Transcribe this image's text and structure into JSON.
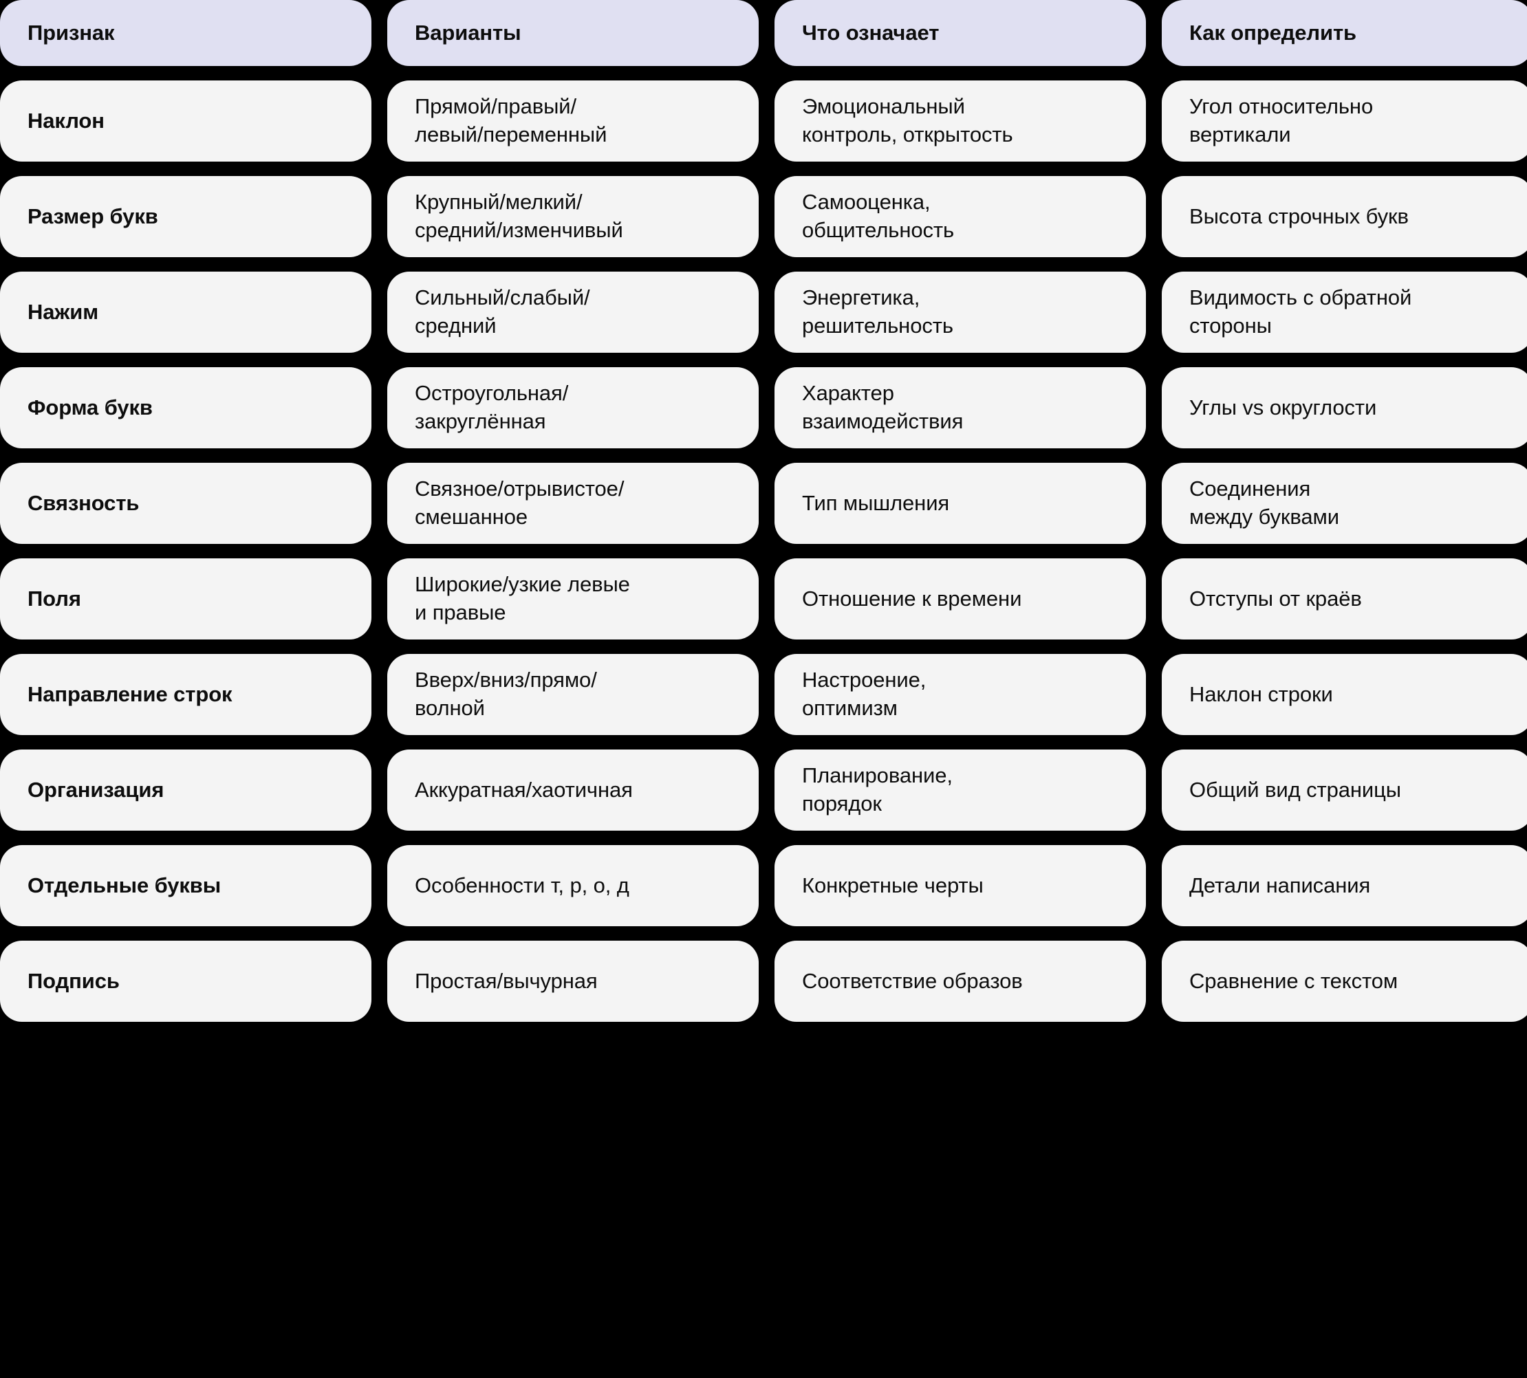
{
  "theme": {
    "background": "#000000",
    "header_cell_bg": "#E0E0F2",
    "data_cell_bg": "#F4F4F4",
    "text_color": "#0d0d0d"
  },
  "table": {
    "columns": [
      "Признак",
      "Варианты",
      "Что означает",
      "Как определить"
    ],
    "rows": [
      {
        "feature": "Наклон",
        "variants": "Прямой/правый/\nлевый/переменный",
        "meaning": "Эмоциональный\nконтроль, открытость",
        "how": "Угол относительно\nвертикали"
      },
      {
        "feature": "Размер букв",
        "variants": "Крупный/мелкий/\nсредний/изменчивый",
        "meaning": "Самооценка,\nобщительность",
        "how": "Высота строчных букв"
      },
      {
        "feature": "Нажим",
        "variants": "Сильный/слабый/\nсредний",
        "meaning": "Энергетика,\nрешительность",
        "how": "Видимость с обратной\nстороны"
      },
      {
        "feature": "Форма букв",
        "variants": "Остроугольная/\nзакруглённая",
        "meaning": "Характер\nвзаимодействия",
        "how": "Углы vs округлости"
      },
      {
        "feature": "Связность",
        "variants": "Связное/отрывистое/\nсмешанное",
        "meaning": "Тип мышления",
        "how": "Соединения\nмежду буквами"
      },
      {
        "feature": "Поля",
        "variants": "Широкие/узкие левые\nи правые",
        "meaning": "Отношение к времени",
        "how": "Отступы от краёв"
      },
      {
        "feature": "Направление строк",
        "variants": "Вверх/вниз/прямо/\nволной",
        "meaning": "Настроение,\nоптимизм",
        "how": "Наклон строки"
      },
      {
        "feature": "Организация",
        "variants": "Аккуратная/хаотичная",
        "meaning": "Планирование,\nпорядок",
        "how": "Общий вид страницы"
      },
      {
        "feature": "Отдельные буквы",
        "variants": "Особенности т, р, о, д",
        "meaning": "Конкретные черты",
        "how": "Детали написания"
      },
      {
        "feature": "Подпись",
        "variants": "Простая/вычурная",
        "meaning": "Соответствие образов",
        "how": "Сравнение с текстом"
      }
    ]
  }
}
